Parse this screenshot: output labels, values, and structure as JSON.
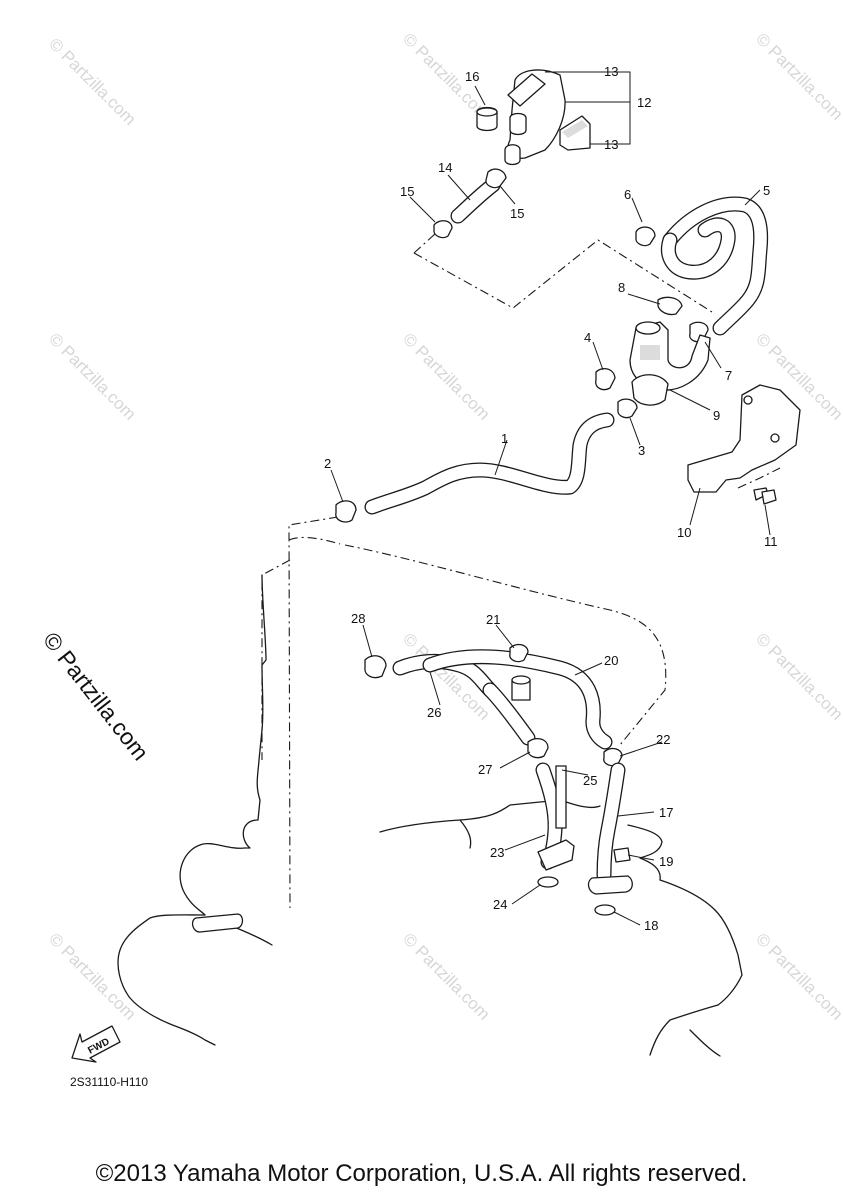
{
  "diagram": {
    "callouts": [
      "1",
      "2",
      "3",
      "4",
      "5",
      "6",
      "7",
      "8",
      "9",
      "10",
      "11",
      "12",
      "13",
      "13",
      "14",
      "15",
      "15",
      "16",
      "17",
      "18",
      "19",
      "20",
      "21",
      "22",
      "23",
      "24",
      "25",
      "26",
      "27",
      "28"
    ],
    "reference_code": "2S31110-H110",
    "fwd_label": "FWD",
    "watermark": "© Partzilla.com",
    "copyright": "©2013 Yamaha Motor Corporation, U.S.A. All rights reserved."
  }
}
